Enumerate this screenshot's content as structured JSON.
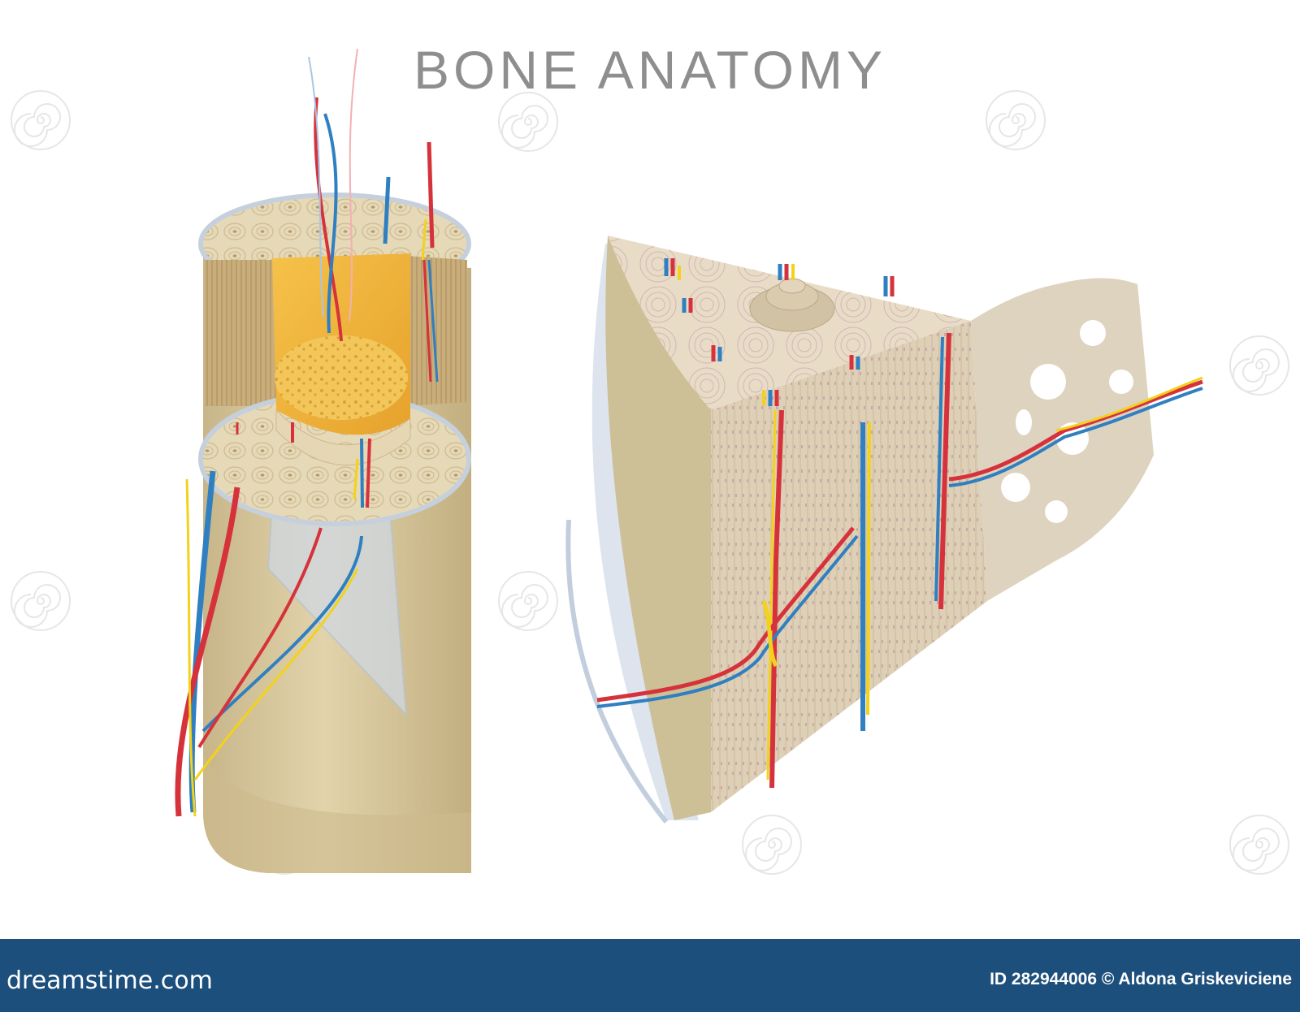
{
  "title": "BONE ANATOMY",
  "footer": {
    "brand": "dreamstime.com",
    "id_line": "ID 282944006 © Aldona Griskeviciene"
  },
  "colors": {
    "bone": "#d9c9a0",
    "marrow": "#f0b63a",
    "artery": "#d6323c",
    "vein": "#2f7fc1",
    "nerve": "#f2d21c",
    "periosteum": "#c7d3e3",
    "footer": "#1d4f7c",
    "title": "#8e8e8e"
  },
  "icons": [
    "spiral-watermark-icon"
  ]
}
